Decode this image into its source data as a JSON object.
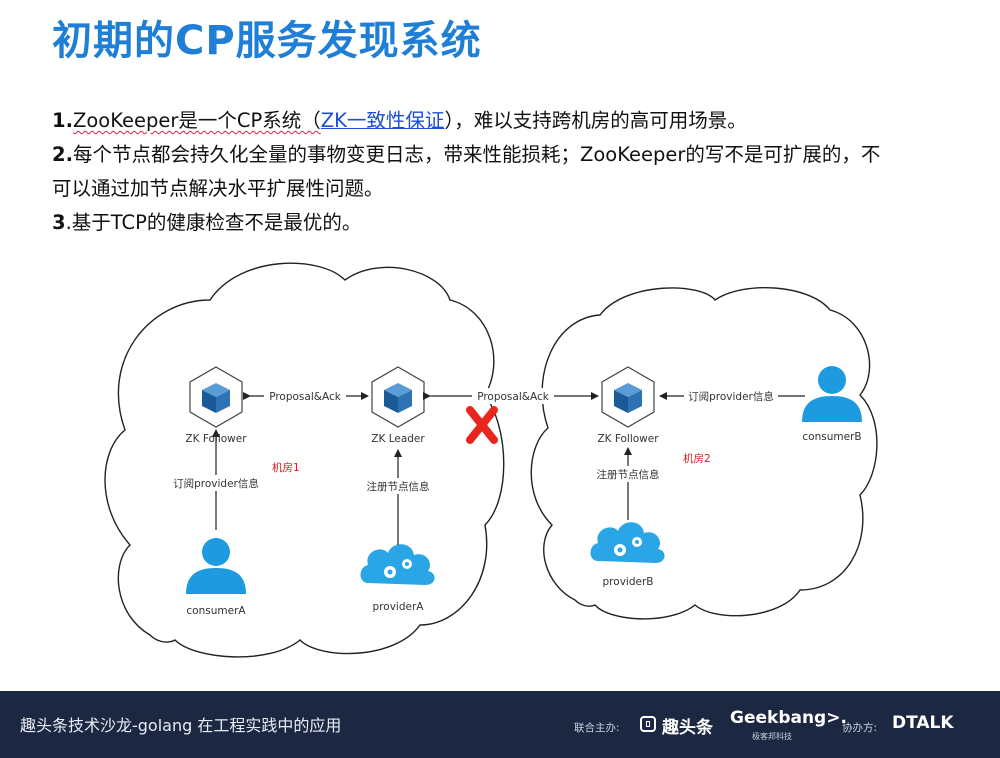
{
  "slide": {
    "title": "初期的CP服务发现系统",
    "bullets": [
      {
        "num": "1.",
        "pre": "ZooKeeper是一个CP系统（",
        "link": "ZK一致性保证",
        "post": "），难以支持跨机房的高可用场景。"
      },
      {
        "num": "2.",
        "text_line1": "每个节点都会持久化全量的事物变更日志，带来性能损耗；ZooKeeper的写不是可扩展的，不",
        "text_line2": "可以通过加节点解决水平扩展性问题。"
      },
      {
        "num": "3",
        "text": ".基于TCP的健康检查不是最优的。"
      }
    ]
  },
  "diagram": {
    "nodes": {
      "zk_follower_a": "ZK Follower",
      "zk_leader": "ZK Leader",
      "zk_follower_b": "ZK Follower",
      "consumer_a": "consumerA",
      "provider_a": "providerA",
      "provider_b": "providerB",
      "consumer_b": "consumerB"
    },
    "edges": {
      "proposal_ack_1": "Proposal&Ack",
      "proposal_ack_2": "Proposal&Ack",
      "subscribe_a": "订阅provider信息",
      "register_a": "注册节点信息",
      "register_b": "注册节点信息",
      "subscribe_b": "订阅provider信息"
    },
    "regions": {
      "room1": "机房1",
      "room2": "机房2"
    },
    "colors": {
      "accent": "#1f7fd6",
      "cube_dark": "#1a5a96",
      "cube_light": "#3f86c9",
      "person": "#1e9ae0",
      "cloud_fill": "#2aa6e6",
      "break_x": "#e8261d"
    }
  },
  "footer": {
    "talk_title": "趣头条技术沙龙-golang 在工程实践中的应用",
    "organizer_label": "联合主办:",
    "brand_qtt": "趣头条",
    "brand_geekbang": "Geekbang>.",
    "geekbang_sub": "极客邦科技",
    "cohost_label": "协办方:",
    "brand_dtalk": "DTALK"
  }
}
